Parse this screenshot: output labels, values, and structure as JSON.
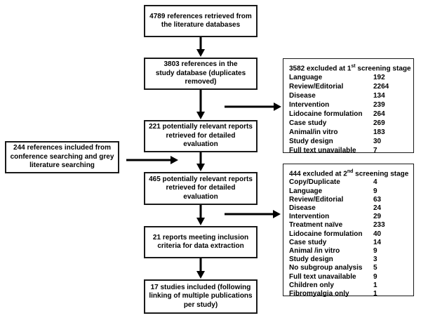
{
  "diagram": {
    "type": "study-selection-flowchart",
    "colors": {
      "background": "#ffffff",
      "box_border": "#1a1a1a",
      "text": "#000000",
      "arrow": "#000000"
    }
  },
  "flow": {
    "boxes": [
      {
        "text": "4789 references retrieved from\nthe literature databases"
      },
      {
        "text": "3803 references in the\nstudy database (duplicates\nremoved)"
      },
      {
        "text": "221 potentially relevant reports\nretrieved for detailed evaluation"
      },
      {
        "text": "465 potentially relevant reports\nretrieved for detailed evaluation"
      },
      {
        "text": "21 reports meeting inclusion\ncriteria for data extraction"
      },
      {
        "text": "17 studies included (following\nlinking of multiple publications\nper study)"
      }
    ]
  },
  "side_left": {
    "text": "244 references included from\nconference searching and grey\nliterature searching"
  },
  "exclusions": [
    {
      "header": {
        "prefix": "3582 excluded at 1",
        "sup": "st",
        "suffix": " screening stage"
      },
      "rows": [
        {
          "label": "Language",
          "value": "192"
        },
        {
          "label": "Review/Editorial",
          "value": "2264"
        },
        {
          "label": "Disease",
          "value": "134"
        },
        {
          "label": "Intervention",
          "value": "239"
        },
        {
          "label": "Lidocaine formulation",
          "value": "264"
        },
        {
          "label": "Case study",
          "value": "269"
        },
        {
          "label": "Animal/in vitro",
          "value": "183"
        },
        {
          "label": "Study design",
          "value": "30"
        },
        {
          "label": "Full text unavailable",
          "value": "7"
        }
      ]
    },
    {
      "header": {
        "prefix": "444 excluded at 2",
        "sup": "nd",
        "suffix": " screening stage"
      },
      "rows": [
        {
          "label": "Copy/Duplicate",
          "value": "4"
        },
        {
          "label": "Language",
          "value": "9"
        },
        {
          "label": "Review/Editorial",
          "value": "63"
        },
        {
          "label": "Disease",
          "value": "24"
        },
        {
          "label": "Intervention",
          "value": "29"
        },
        {
          "label": "Treatment naïve",
          "value": "233"
        },
        {
          "label": "Lidocaine formulation",
          "value": "40"
        },
        {
          "label": "Case study",
          "value": "14"
        },
        {
          "label": "Animal /in vitro",
          "value": "9"
        },
        {
          "label": "Study design",
          "value": "3"
        },
        {
          "label": "No subgroup analysis",
          "value": "5"
        },
        {
          "label": "Full text unavailable",
          "value": "9"
        },
        {
          "label": "Children only",
          "value": "1"
        },
        {
          "label": "Fibromyalgia only",
          "value": "1"
        }
      ]
    }
  ]
}
